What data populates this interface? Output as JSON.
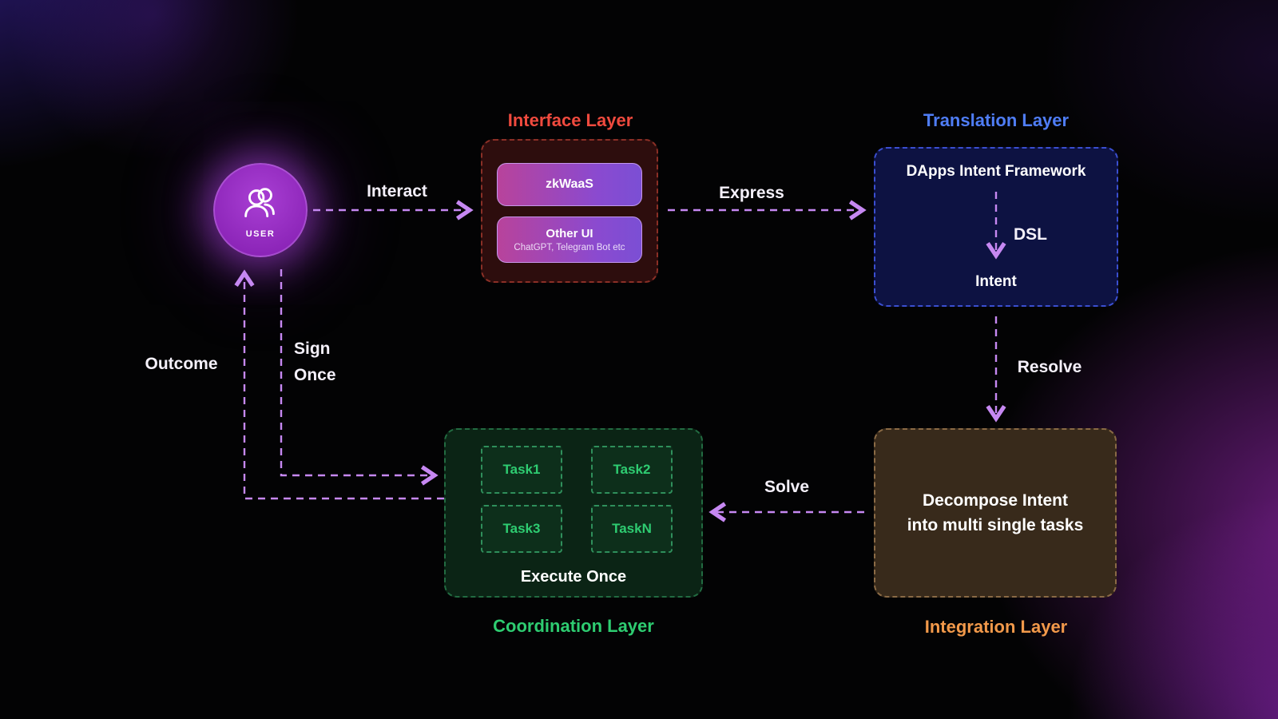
{
  "user": {
    "label": "USER"
  },
  "interface_layer": {
    "title": "Interface Layer",
    "zkwaas_label": "zkWaaS",
    "other_ui_label": "Other UI",
    "other_ui_sub": "ChatGPT, Telegram Bot etc"
  },
  "translation_layer": {
    "title": "Translation Layer",
    "framework_label": "DApps Intent Framework",
    "dsl_label": "DSL",
    "intent_label": "Intent"
  },
  "integration_layer": {
    "title": "Integration Layer",
    "line1": "Decompose Intent",
    "line2": "into multi single tasks"
  },
  "coordination_layer": {
    "title": "Coordination Layer",
    "tasks": [
      {
        "label": "Task1"
      },
      {
        "label": "Task2"
      },
      {
        "label": "Task3"
      },
      {
        "label": "TaskN"
      }
    ],
    "execute_label": "Execute Once"
  },
  "edges": {
    "interact": "Interact",
    "express": "Express",
    "resolve": "Resolve",
    "solve": "Solve",
    "sign_line1": "Sign",
    "sign_line2": "Once",
    "outcome": "Outcome"
  },
  "colors": {
    "interface_title": "#f04a3e",
    "translation_title": "#4f7df6",
    "integration_title": "#f2994a",
    "coordination_title": "#2ecc71",
    "edge": "#c688f2",
    "user_circle": "#9b30c4",
    "task_text": "#2ecc71"
  }
}
